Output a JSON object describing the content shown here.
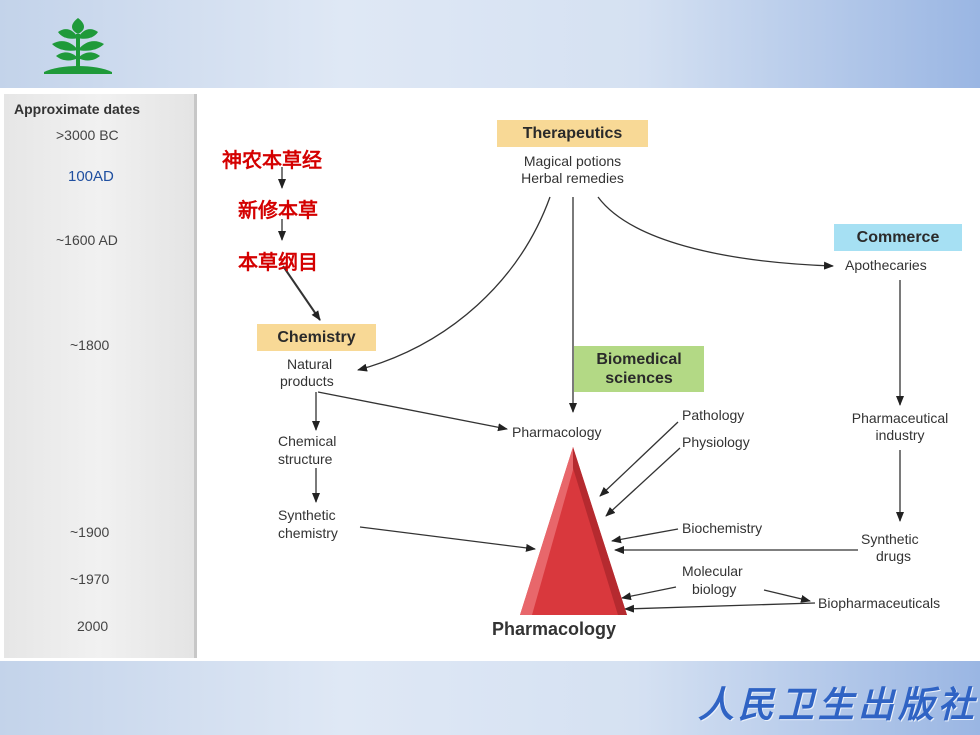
{
  "timeline": {
    "title": "Approximate dates",
    "dates": [
      ">3000 BC",
      "100AD",
      "~1600 AD",
      "~1800",
      "~1900",
      "~1970",
      "2000"
    ]
  },
  "chinese_texts": {
    "book1": "神农本草经",
    "book2": "新修本草",
    "book3": "本草纲目"
  },
  "boxes": {
    "therapeutics": "Therapeutics",
    "commerce": "Commerce",
    "chemistry": "Chemistry",
    "biomedical_line1": "Biomedical",
    "biomedical_line2": "sciences"
  },
  "labels": {
    "magical_potions": "Magical potions",
    "herbal_remedies": "Herbal remedies",
    "apothecaries": "Apothecaries",
    "natural": "Natural",
    "products": "products",
    "pharmacology_mid": "Pharmacology",
    "pathology": "Pathology",
    "physiology": "Physiology",
    "pharmaceutical": "Pharmaceutical",
    "industry": "industry",
    "chemical": "Chemical",
    "structure": "structure",
    "synthetic_chem_1": "Synthetic",
    "synthetic_chem_2": "chemistry",
    "biochemistry": "Biochemistry",
    "synthetic_drugs_1": "Synthetic",
    "synthetic_drugs_2": "drugs",
    "molecular": "Molecular",
    "biology": "biology",
    "biopharmaceuticals": "Biopharmaceuticals",
    "pharmacology_bottom": "Pharmacology"
  },
  "publisher": "人民卫生出版社",
  "colors": {
    "therapeutics_box": "#f8d996",
    "commerce_box": "#a6e0f3",
    "chemistry_box": "#f8d996",
    "biomedical_box": "#b3d985",
    "pyramid": "#d9383d",
    "chinese_text": "#d40000"
  }
}
